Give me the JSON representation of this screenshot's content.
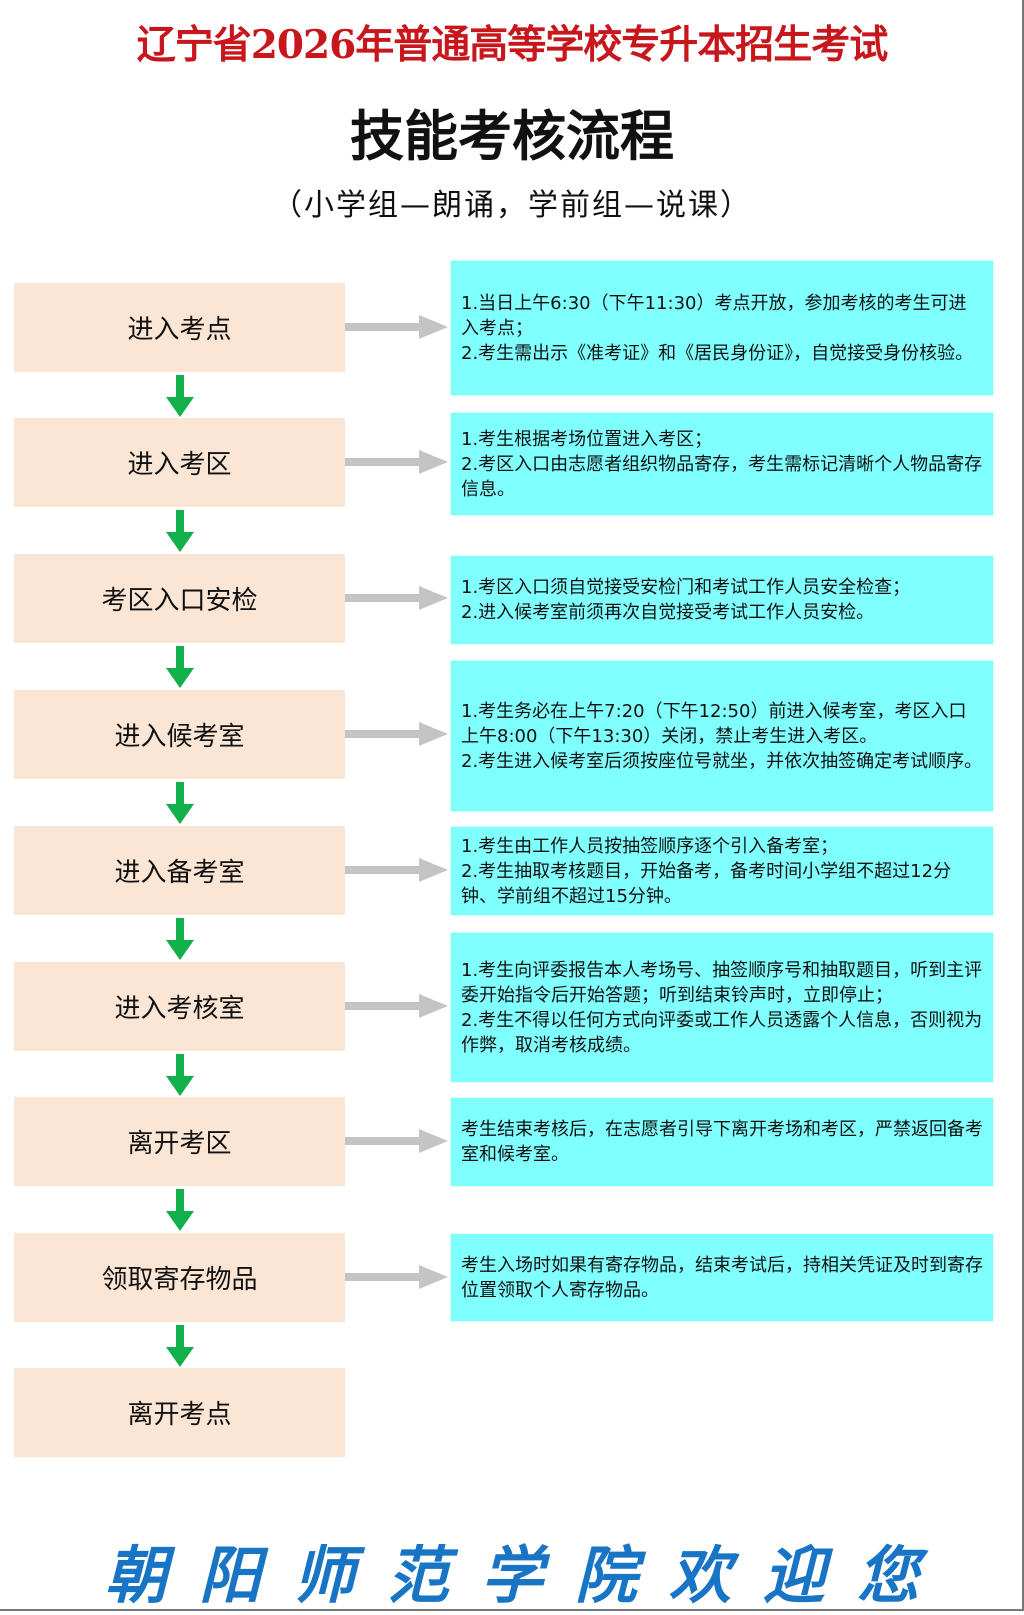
{
  "header": {
    "title": "辽宁省2026年普通高等学校专升本招生考试",
    "subtitle": "技能考核流程",
    "note": "（小学组—朗诵，学前组—说课）"
  },
  "steps": [
    {
      "label": "进入考点",
      "desc": [
        "1.当日上午6:30（下午11:30）考点开放，参加考核的考生可进入考点；",
        "2.考生需出示《准考证》和《居民身份证》，自觉接受身份核验。"
      ]
    },
    {
      "label": "进入考区",
      "desc": [
        "1.考生根据考场位置进入考区；",
        "2.考区入口由志愿者组织物品寄存，考生需标记清晰个人物品寄存信息。"
      ]
    },
    {
      "label": "考区入口安检",
      "desc": [
        "1.考区入口须自觉接受安检门和考试工作人员安全检查；",
        "2.进入候考室前须再次自觉接受考试工作人员安检。"
      ]
    },
    {
      "label": "进入候考室",
      "desc": [
        "1.考生务必在上午7:20（下午12:50）前进入候考室，考区入口上午8:00（下午13:30）关闭，禁止考生进入考区。",
        "2.考生进入候考室后须按座位号就坐，并依次抽签确定考试顺序。"
      ]
    },
    {
      "label": "进入备考室",
      "desc": [
        "1.考生由工作人员按抽签顺序逐个引入备考室；",
        "2.考生抽取考核题目，开始备考，备考时间小学组不超过12分钟、学前组不超过15分钟。"
      ]
    },
    {
      "label": "进入考核室",
      "desc": [
        "1.考生向评委报告本人考场号、抽签顺序号和抽取题目，听到主评委开始指令后开始答题；听到结束铃声时，立即停止；",
        "2.考生不得以任何方式向评委或工作人员透露个人信息，否则视为作弊，取消考核成绩。"
      ]
    },
    {
      "label": "离开考区",
      "desc": [
        "考生结束考核后，在志愿者引导下离开考场和考区，严禁返回备考室和候考室。"
      ]
    },
    {
      "label": "领取寄存物品",
      "desc": [
        "考生入场时如果有寄存物品，结束考试后，持相关凭证及时到寄存位置领取个人寄存物品。"
      ]
    },
    {
      "label": "离开考点",
      "desc": []
    }
  ],
  "footer": "朝阳师范学院欢迎您"
}
